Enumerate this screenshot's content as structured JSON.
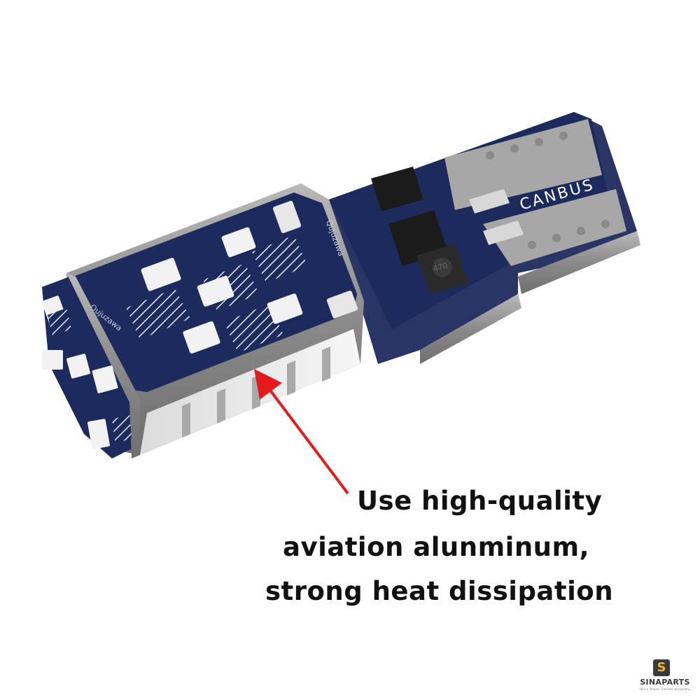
{
  "product": {
    "board_label": "CANBUS",
    "brand_left": "Qujuzawa",
    "brand_right": "Qujuzawa",
    "inductor_code": "470"
  },
  "caption": {
    "line1": "Use high-quality",
    "line2": "aviation alunminum,",
    "line3": "strong heat dissipation"
  },
  "logo": {
    "badge": "S",
    "name": "SINAPARTS",
    "tagline": "Since driven, Forever accessory"
  },
  "colors": {
    "pcb": "#1d2a5c",
    "aluminum": "#8f8f8f",
    "arrow": "#e31b1b",
    "text": "#111111"
  }
}
